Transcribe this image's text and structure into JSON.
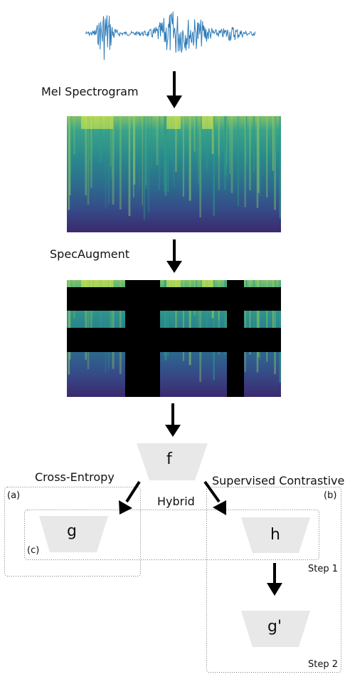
{
  "labels": {
    "mel": "Mel Spectrogram",
    "specaugment": "SpecAugment",
    "cross_entropy": "Cross-Entropy",
    "supervised_contrastive": "Supervised Contrastive",
    "hybrid": "Hybrid",
    "a": "(a)",
    "b": "(b)",
    "c": "(c)",
    "step1": "Step 1",
    "step2": "Step 2"
  },
  "modules": {
    "f": "f",
    "g": "g",
    "h": "h",
    "g_prime": "g'"
  },
  "colors": {
    "waveform": "#2b7bba",
    "module_fill": "#e8e8e8",
    "mask": "#000000",
    "spec_low": "#3b2a6e",
    "spec_high": "#d7e84a"
  }
}
